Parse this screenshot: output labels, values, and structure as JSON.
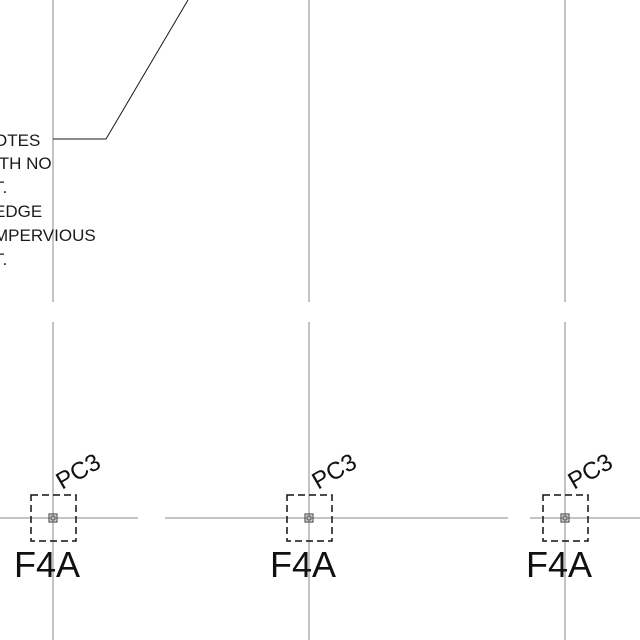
{
  "notes": {
    "lines": [
      "OTES",
      "ITH NO",
      "T.",
      " EDGE",
      "MPERVIOUS",
      "T."
    ]
  },
  "columns": [
    {
      "footing_label": "F4A",
      "column_label": "PC3"
    },
    {
      "footing_label": "F4A",
      "column_label": "PC3"
    },
    {
      "footing_label": "F4A",
      "column_label": "PC3"
    }
  ]
}
